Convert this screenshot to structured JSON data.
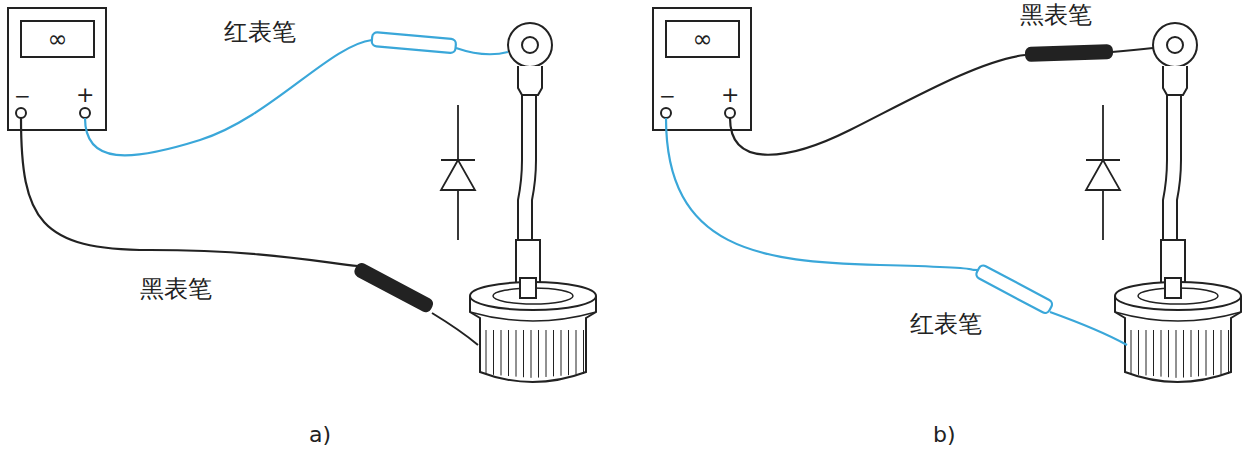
{
  "diagram": {
    "nodes": [
      {
        "text": [
          "∞"
        ]
      },
      {
        "text": [
          "∞"
        ]
      }
    ],
    "labels": [
      "−",
      "+",
      "红表笔",
      "黑表笔",
      "a)",
      "−",
      "+",
      "黑表笔",
      "红表笔",
      "b)"
    ]
  }
}
